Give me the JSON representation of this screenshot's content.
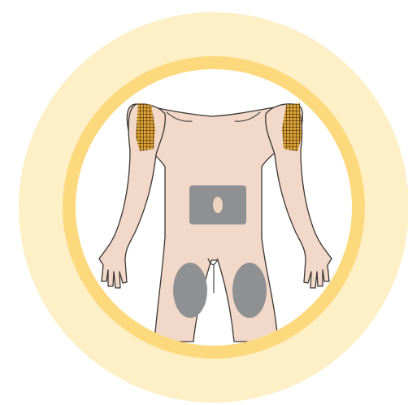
{
  "diagram": {
    "kind": "injection-site-illustration",
    "view": "front",
    "colors": {
      "background": "#ffffff",
      "outer_disc": "#fdefc6",
      "ring": "#fdd97e",
      "inner_disc": "#ffffff",
      "skin": "#f1d8c8",
      "outline": "#3a3633",
      "site_fill": "#8f9092",
      "navel": "#efd3c1",
      "upper_arm_site_fill": "#e0a331",
      "upper_arm_site_grid": "#2b2118"
    },
    "injection_sites": [
      {
        "id": "upper-arm-right",
        "pattern": "crosshatch"
      },
      {
        "id": "upper-arm-left",
        "pattern": "crosshatch"
      },
      {
        "id": "abdomen",
        "pattern": "solid"
      },
      {
        "id": "thigh-right",
        "pattern": "solid"
      },
      {
        "id": "thigh-left",
        "pattern": "solid"
      }
    ]
  }
}
